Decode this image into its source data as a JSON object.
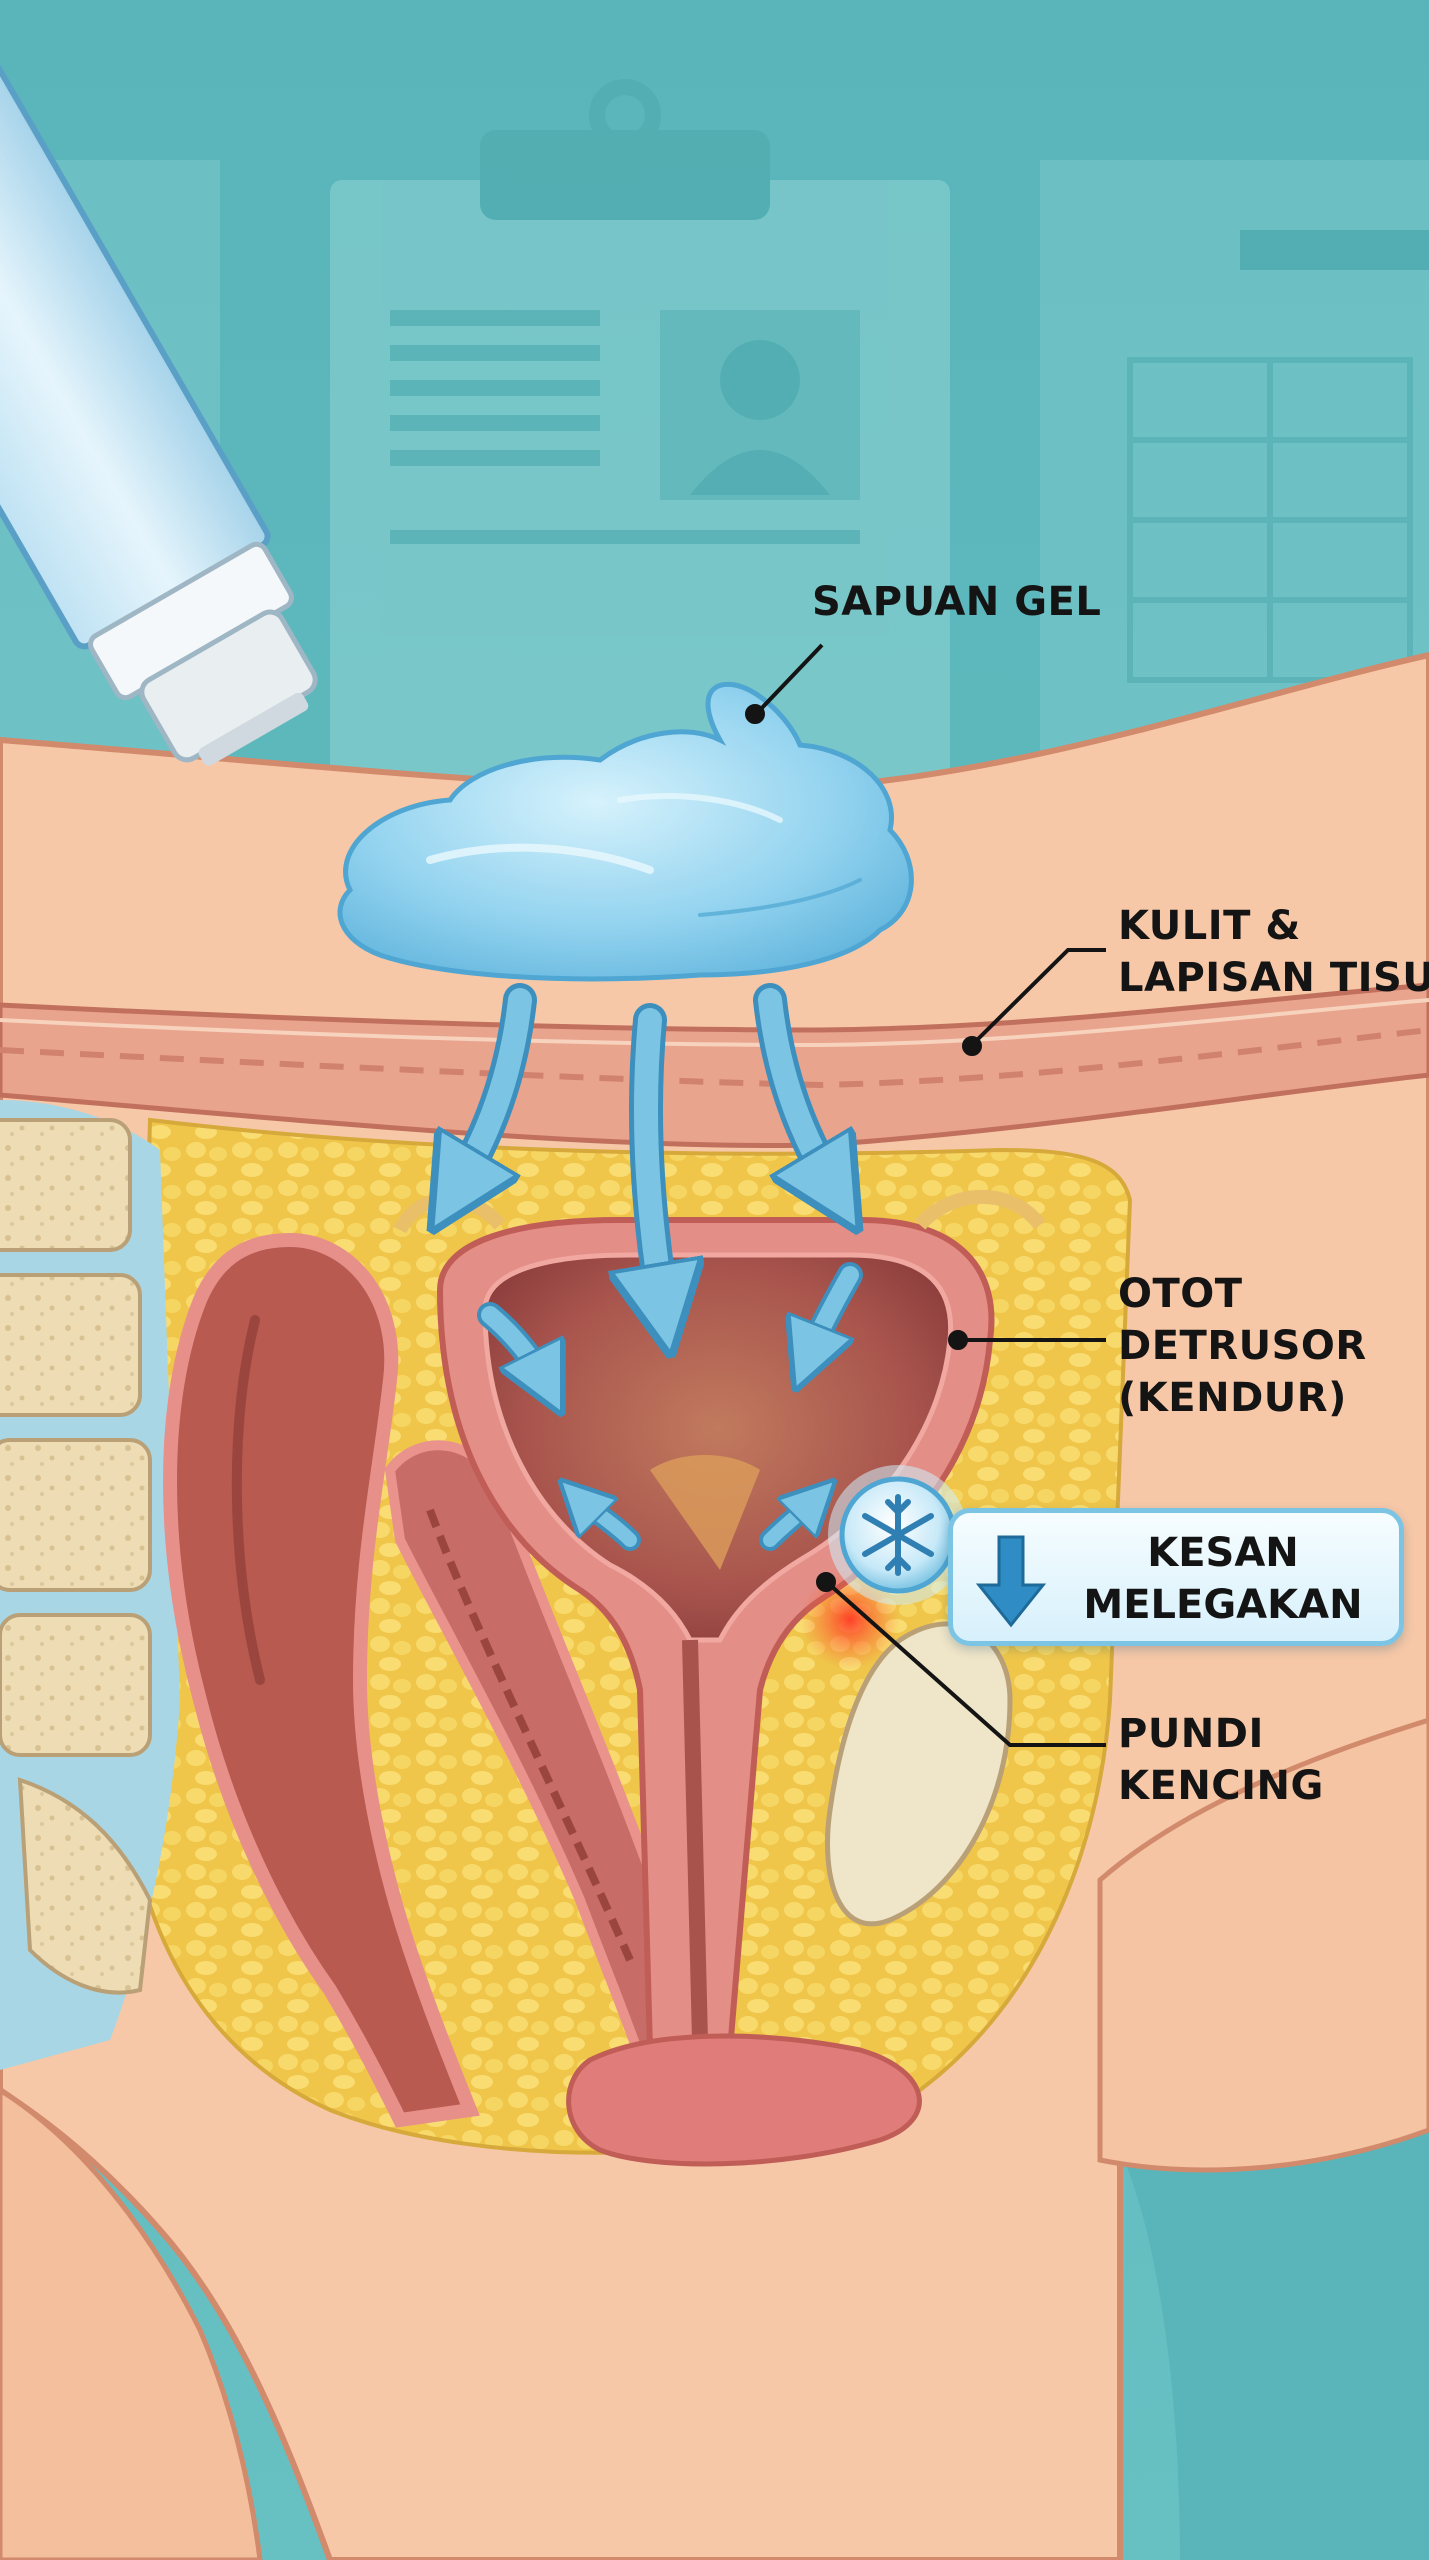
{
  "labels": {
    "gel_stroke": "SAPUAN GEL",
    "skin_tissue": [
      "KULIT &",
      "LAPISAN TISU"
    ],
    "detrusor": [
      "OTOT",
      "DETRUSOR",
      "(KENDUR)"
    ],
    "relief": [
      "KESAN",
      "MELEGAKAN"
    ],
    "bladder": [
      "PUNDI",
      "KENCING"
    ]
  },
  "icons": {
    "gel_tube": "gel-tube-icon",
    "gel_blob": "gel-blob-icon",
    "snowflake": "snowflake-icon",
    "down_arrow": "arrow-down-icon",
    "patient_profile": "patient-avatar-icon"
  },
  "colors": {
    "background_teal": "#5fb9bd",
    "skin": "#f6c8a8",
    "gel_blue": "#8fd3f0",
    "arrow_blue": "#7cc4e3",
    "bladder_wall": "#c96c66",
    "fat_yellow": "#f2cf55",
    "irritation_red": "#f04030"
  }
}
